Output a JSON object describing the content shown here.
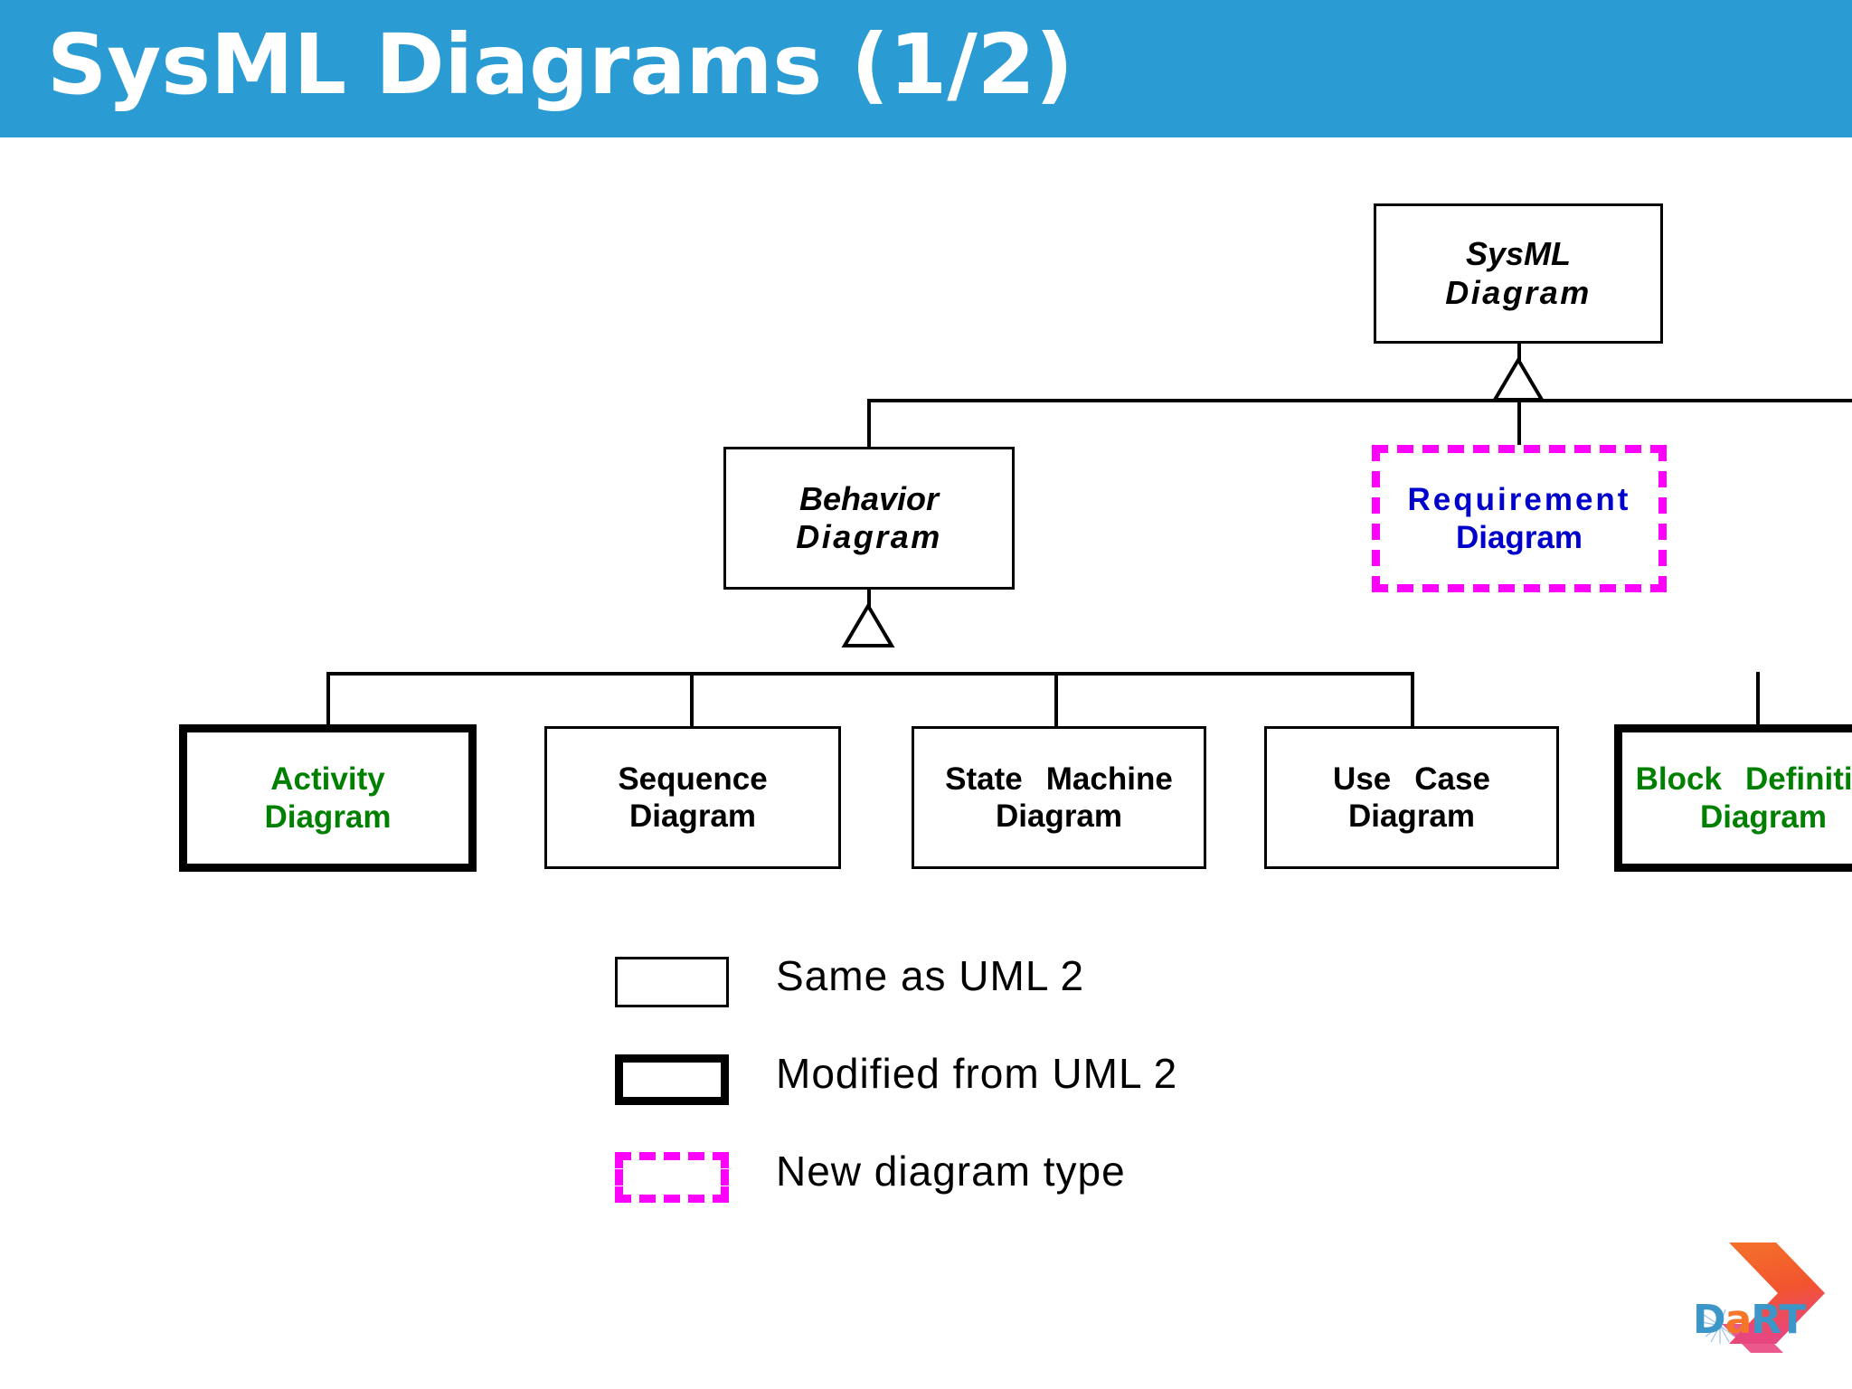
{
  "header": {
    "title": "SysML Diagrams (1/2)",
    "background_color": "#2b9bd4",
    "text_color": "#ffffff"
  },
  "colors": {
    "accent_blue": "#2b9bd4",
    "new_type_magenta": "#ff00ff",
    "modified_green": "#008000",
    "requirement_blue": "#0000cc",
    "line_black": "#000000"
  },
  "diagram": {
    "type": "hierarchy",
    "root": {
      "id": "sysml-diagram",
      "line1": "SysML",
      "line2": "Diagram",
      "style": "abstract",
      "border": "thin"
    },
    "level2": [
      {
        "id": "behavior-diagram",
        "line1": "Behavior",
        "line2": "Diagram",
        "style": "abstract",
        "border": "thin"
      },
      {
        "id": "requirement-diagram",
        "line1": "Requirement",
        "line2": "Diagram",
        "style": "new",
        "border": "dashed"
      }
    ],
    "level3": [
      {
        "id": "activity-diagram",
        "line1": "Activity",
        "line2": "Diagram",
        "style": "modified",
        "border": "thick"
      },
      {
        "id": "sequence-diagram",
        "line1": "Sequence",
        "line2": "Diagram",
        "style": "same",
        "border": "thin"
      },
      {
        "id": "state-machine-diagram",
        "line1a": "State",
        "line1b": "Machine",
        "line2": "Diagram",
        "style": "same",
        "border": "thin"
      },
      {
        "id": "use-case-diagram",
        "line1a": "Use",
        "line1b": "Case",
        "line2": "Diagram",
        "style": "same",
        "border": "thin"
      },
      {
        "id": "block-definition-diagram",
        "line1a": "Block",
        "line1b": "Definition",
        "line2": "Diagram",
        "style": "modified",
        "border": "thick"
      }
    ]
  },
  "legend": {
    "items": [
      {
        "swatch": "thin",
        "label": "Same as UML 2"
      },
      {
        "swatch": "thick",
        "label": "Modified from UML 2"
      },
      {
        "swatch": "dashed",
        "label": "New diagram type"
      }
    ]
  },
  "logo": {
    "part1": "D",
    "part2": "a",
    "part3": "RT"
  }
}
